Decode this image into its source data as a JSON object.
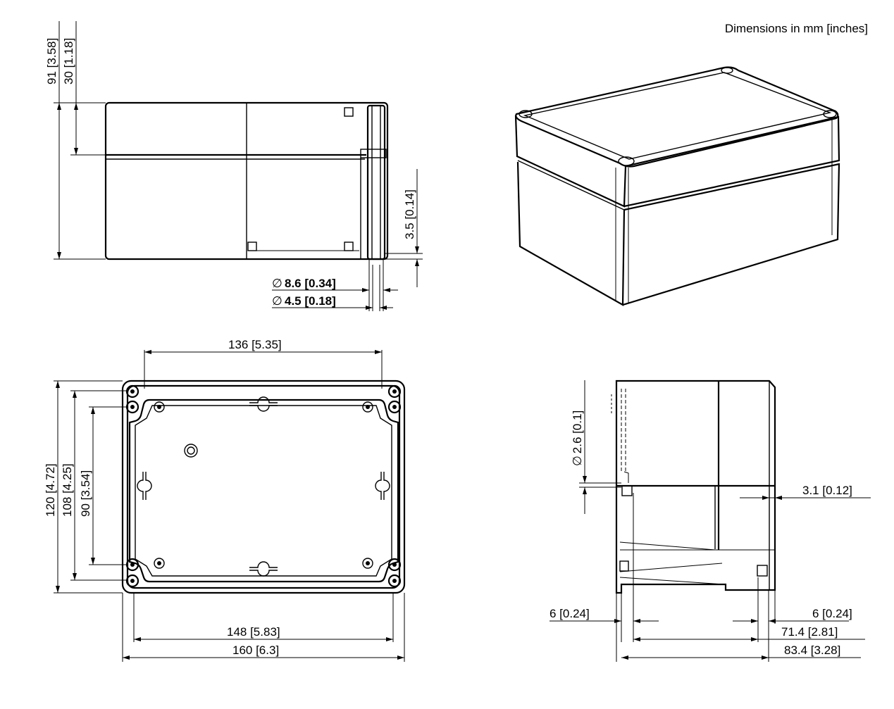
{
  "header": {
    "note": "Dimensions in mm [inches]"
  },
  "dimensions": {
    "height_total": "91  [3.58]",
    "height_lid": "30  [1.18]",
    "bolt_step": "3.5  [0.14]",
    "dia_head": "8.6  [0.34]",
    "dia_shaft": "4.5  [0.18]",
    "width_inner": "136  [5.35]",
    "depth_outer": "120  [4.72]",
    "depth_108": "108  [4.25]",
    "depth_90": "90  [3.54]",
    "width_148": "148  [5.83]",
    "width_160": "160  [6.3]",
    "dia_small": "2.6  [0.1]",
    "wall": "3.1  [0.12]",
    "side_left": "6  [0.24]",
    "side_right": "6  [0.24]",
    "side_71": "71.4  [2.81]",
    "side_83": "83.4  [3.28]"
  },
  "symbols": {
    "diameter": "∅"
  }
}
